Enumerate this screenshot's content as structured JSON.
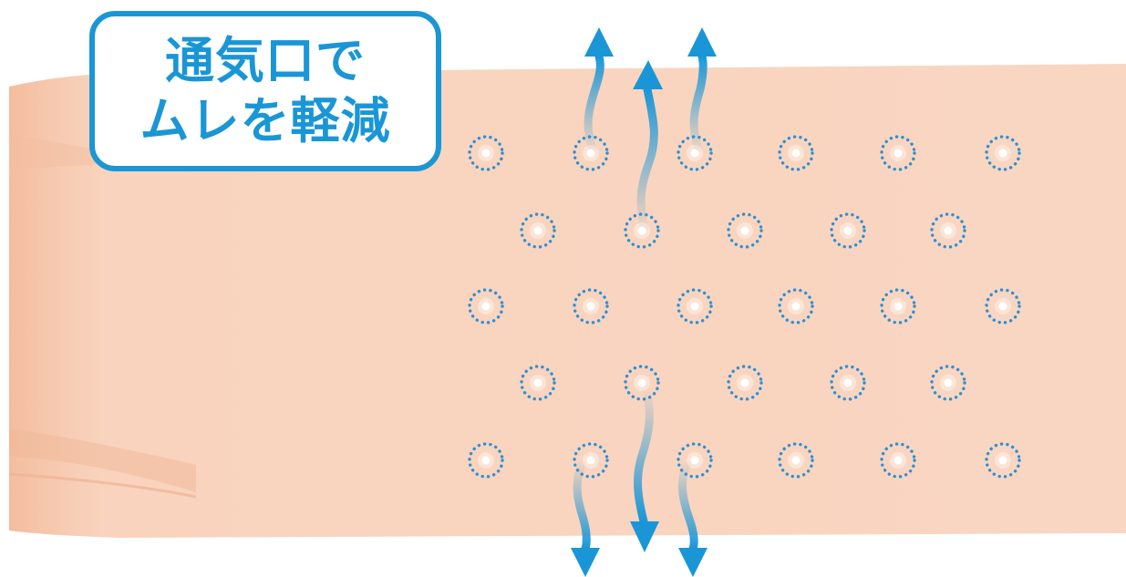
{
  "callout": {
    "line1": "通気口で",
    "line2": "ムレを軽減"
  },
  "illustration": {
    "subject": "bandage-on-skin",
    "skin_color": "#f8d2bc",
    "skin_shadow_color": "#f1b79a",
    "dot_ring_color": "#2e90d2",
    "hole_color": "#ffffff",
    "arrow_color": "#1a96d6",
    "callout_border_color": "#1a96d6",
    "vent_rows": 5,
    "vent_holes": 28,
    "airflow_arrows_up": 3,
    "airflow_arrows_down": 3
  }
}
